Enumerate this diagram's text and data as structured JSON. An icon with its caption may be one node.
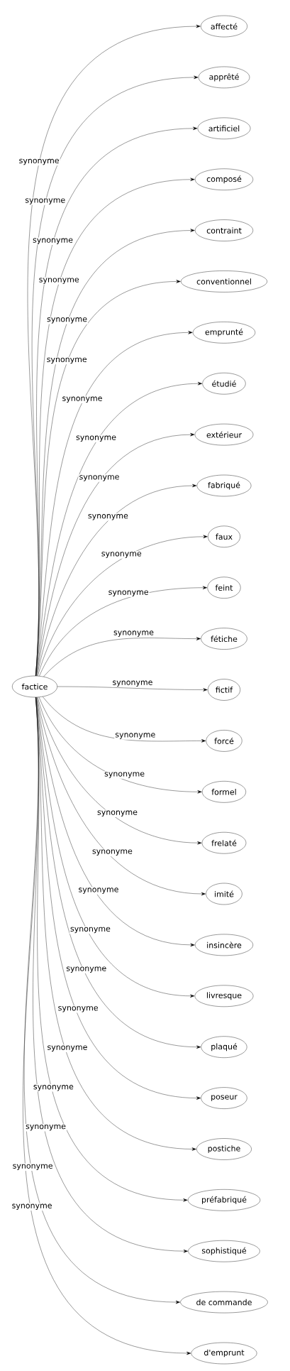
{
  "diagram": {
    "nodes": [
      {
        "text": [
          "factice"
        ]
      },
      {
        "text": [
          "affecté"
        ]
      },
      {
        "text": [
          "apprêté"
        ]
      },
      {
        "text": [
          "artificiel"
        ]
      },
      {
        "text": [
          "composé"
        ]
      },
      {
        "text": [
          "contraint"
        ]
      },
      {
        "text": [
          "conventionnel"
        ]
      },
      {
        "text": [
          "emprunté"
        ]
      },
      {
        "text": [
          "étudié"
        ]
      },
      {
        "text": [
          "extérieur"
        ]
      },
      {
        "text": [
          "fabriqué"
        ]
      },
      {
        "text": [
          "faux"
        ]
      },
      {
        "text": [
          "feint"
        ]
      },
      {
        "text": [
          "fétiche"
        ]
      },
      {
        "text": [
          "fictif"
        ]
      },
      {
        "text": [
          "forcé"
        ]
      },
      {
        "text": [
          "formel"
        ]
      },
      {
        "text": [
          "frelaté"
        ]
      },
      {
        "text": [
          "imité"
        ]
      },
      {
        "text": [
          "insincère"
        ]
      },
      {
        "text": [
          "livresque"
        ]
      },
      {
        "text": [
          "plaqué"
        ]
      },
      {
        "text": [
          "poseur"
        ]
      },
      {
        "text": [
          "postiche"
        ]
      },
      {
        "text": [
          "préfabriqué"
        ]
      },
      {
        "text": [
          "sophistiqué"
        ]
      },
      {
        "text": [
          "de commande"
        ]
      },
      {
        "text": [
          "d'emprunt"
        ]
      }
    ],
    "edges": [
      {
        "from": 0,
        "to": 1,
        "arrow": "to",
        "label": "synonyme"
      },
      {
        "from": 0,
        "to": 2,
        "arrow": "to",
        "label": "synonyme"
      },
      {
        "from": 0,
        "to": 3,
        "arrow": "to",
        "label": "synonyme"
      },
      {
        "from": 0,
        "to": 4,
        "arrow": "to",
        "label": "synonyme"
      },
      {
        "from": 0,
        "to": 5,
        "arrow": "to",
        "label": "synonyme"
      },
      {
        "from": 0,
        "to": 6,
        "arrow": "to",
        "label": "synonyme"
      },
      {
        "from": 0,
        "to": 7,
        "arrow": "to",
        "label": "synonyme"
      },
      {
        "from": 0,
        "to": 8,
        "arrow": "to",
        "label": "synonyme"
      },
      {
        "from": 0,
        "to": 9,
        "arrow": "to",
        "label": "synonyme"
      },
      {
        "from": 0,
        "to": 10,
        "arrow": "to",
        "label": "synonyme"
      },
      {
        "from": 0,
        "to": 11,
        "arrow": "to",
        "label": "synonyme"
      },
      {
        "from": 0,
        "to": 12,
        "arrow": "to",
        "label": "synonyme"
      },
      {
        "from": 0,
        "to": 13,
        "arrow": "to",
        "label": "synonyme"
      },
      {
        "from": 0,
        "to": 14,
        "arrow": "to",
        "label": "synonyme"
      },
      {
        "from": 0,
        "to": 15,
        "arrow": "to",
        "label": "synonyme"
      },
      {
        "from": 0,
        "to": 16,
        "arrow": "to",
        "label": "synonyme"
      },
      {
        "from": 0,
        "to": 17,
        "arrow": "to",
        "label": "synonyme"
      },
      {
        "from": 0,
        "to": 18,
        "arrow": "to",
        "label": "synonyme"
      },
      {
        "from": 0,
        "to": 19,
        "arrow": "to",
        "label": "synonyme"
      },
      {
        "from": 0,
        "to": 20,
        "arrow": "to",
        "label": "synonyme"
      },
      {
        "from": 0,
        "to": 21,
        "arrow": "to",
        "label": "synonyme"
      },
      {
        "from": 0,
        "to": 22,
        "arrow": "to",
        "label": "synonyme"
      },
      {
        "from": 0,
        "to": 23,
        "arrow": "to",
        "label": "synonyme"
      },
      {
        "from": 0,
        "to": 24,
        "arrow": "to",
        "label": "synonyme"
      },
      {
        "from": 0,
        "to": 25,
        "arrow": "to",
        "label": "synonyme"
      },
      {
        "from": 0,
        "to": 26,
        "arrow": "to",
        "label": "synonyme"
      },
      {
        "from": 0,
        "to": 27,
        "arrow": "to",
        "label": "synonyme"
      }
    ]
  }
}
